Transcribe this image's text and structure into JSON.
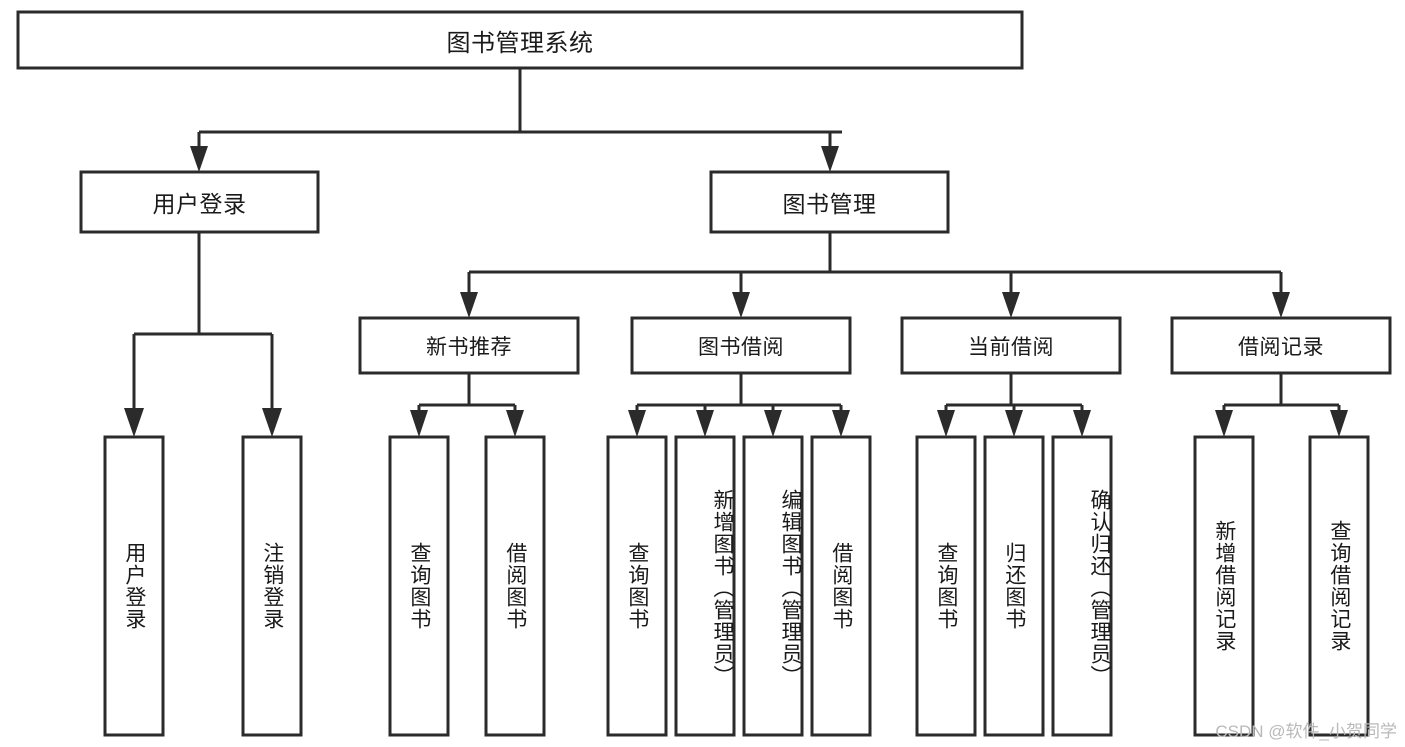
{
  "diagram": {
    "type": "tree",
    "title": "图书管理系统",
    "watermark": "CSDN @软件_小贺同学",
    "colors": {
      "stroke": "#2b2b2b",
      "fill": "#ffffff",
      "text": "#1a1a1a",
      "watermark": "#b9b9b9",
      "background": "#ffffff"
    },
    "nodes": {
      "root": "图书管理系统",
      "level2": {
        "user_login": "用户登录",
        "book_manage": "图书管理"
      },
      "level3": {
        "new_book_recommend": "新书推荐",
        "book_borrow": "图书借阅",
        "current_borrow": "当前借阅",
        "borrow_record": "借阅记录"
      },
      "leaves": {
        "user_login_children": [
          "用户登录",
          "注销登录"
        ],
        "new_book_recommend_children": [
          "查询图书",
          "借阅图书"
        ],
        "book_borrow_children": [
          "查询图书",
          "新增图书（管理员）",
          "编辑图书（管理员）",
          "借阅图书"
        ],
        "current_borrow_children": [
          "查询图书",
          "归还图书",
          "确认归还（管理员）"
        ],
        "borrow_record_children": [
          "新增借阅记录",
          "查询借阅记录"
        ]
      }
    }
  }
}
